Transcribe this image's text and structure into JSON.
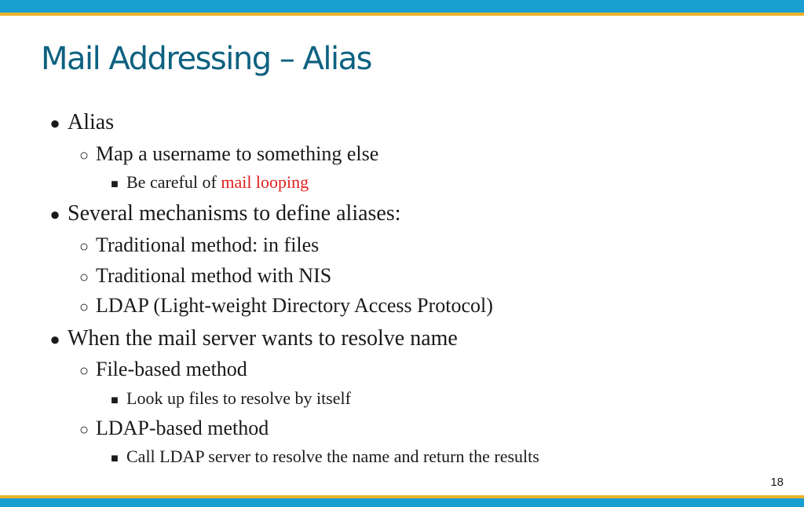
{
  "slide": {
    "title": "Mail Addressing – Alias",
    "page_number": "18",
    "accent_color": "#e0201e",
    "title_color": "#0e6180",
    "bar_color": "#1a9fd3",
    "stripe_color": "#f0b429"
  },
  "bullets": [
    {
      "level": 1,
      "marker": "●",
      "text": "Alias"
    },
    {
      "level": 2,
      "marker": "○",
      "text": "Map a username to something else"
    },
    {
      "level": 3,
      "marker": "■",
      "text": "Be careful of ",
      "highlight": "mail looping"
    },
    {
      "level": 1,
      "marker": "●",
      "text": "Several mechanisms to define aliases:"
    },
    {
      "level": 2,
      "marker": "○",
      "text": "Traditional method: in files"
    },
    {
      "level": 2,
      "marker": "○",
      "text": "Traditional method with NIS"
    },
    {
      "level": 2,
      "marker": "○",
      "text": "LDAP (Light-weight Directory Access Protocol)"
    },
    {
      "level": 1,
      "marker": "●",
      "text": "When the mail server wants to resolve name"
    },
    {
      "level": 2,
      "marker": "○",
      "text": "File-based method"
    },
    {
      "level": 3,
      "marker": "■",
      "text": "Look up files to resolve by itself"
    },
    {
      "level": 2,
      "marker": "○",
      "text": "LDAP-based method"
    },
    {
      "level": 3,
      "marker": "■",
      "text": "Call LDAP server to resolve the name and return the results"
    }
  ]
}
